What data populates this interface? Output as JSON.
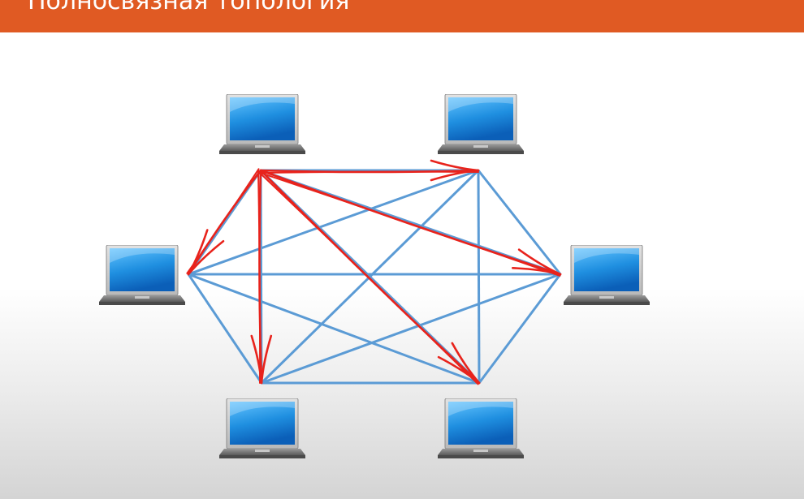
{
  "title": "Полносвязная топология",
  "colors": {
    "header": "#e05a23",
    "link": "#5b9bd5",
    "annotation": "#e8231c",
    "screen": "#1f8fe0"
  },
  "nodes": [
    {
      "id": "node-top-left",
      "icon": "laptop-icon"
    },
    {
      "id": "node-top-right",
      "icon": "laptop-icon"
    },
    {
      "id": "node-left",
      "icon": "laptop-icon"
    },
    {
      "id": "node-right",
      "icon": "laptop-icon"
    },
    {
      "id": "node-bottom-left",
      "icon": "laptop-icon"
    },
    {
      "id": "node-bottom-right",
      "icon": "laptop-icon"
    }
  ],
  "links": [
    [
      "node-top-left",
      "node-top-right"
    ],
    [
      "node-top-left",
      "node-left"
    ],
    [
      "node-top-left",
      "node-right"
    ],
    [
      "node-top-left",
      "node-bottom-left"
    ],
    [
      "node-top-left",
      "node-bottom-right"
    ],
    [
      "node-top-right",
      "node-left"
    ],
    [
      "node-top-right",
      "node-right"
    ],
    [
      "node-top-right",
      "node-bottom-left"
    ],
    [
      "node-top-right",
      "node-bottom-right"
    ],
    [
      "node-left",
      "node-right"
    ],
    [
      "node-left",
      "node-bottom-left"
    ],
    [
      "node-left",
      "node-bottom-right"
    ],
    [
      "node-right",
      "node-bottom-left"
    ],
    [
      "node-right",
      "node-bottom-right"
    ],
    [
      "node-bottom-left",
      "node-bottom-right"
    ]
  ],
  "annotation_arrows": [
    [
      "node-top-left",
      "node-top-right"
    ],
    [
      "node-top-left",
      "node-left"
    ],
    [
      "node-top-left",
      "node-right"
    ],
    [
      "node-top-left",
      "node-bottom-left"
    ],
    [
      "node-top-left",
      "node-bottom-right"
    ]
  ]
}
